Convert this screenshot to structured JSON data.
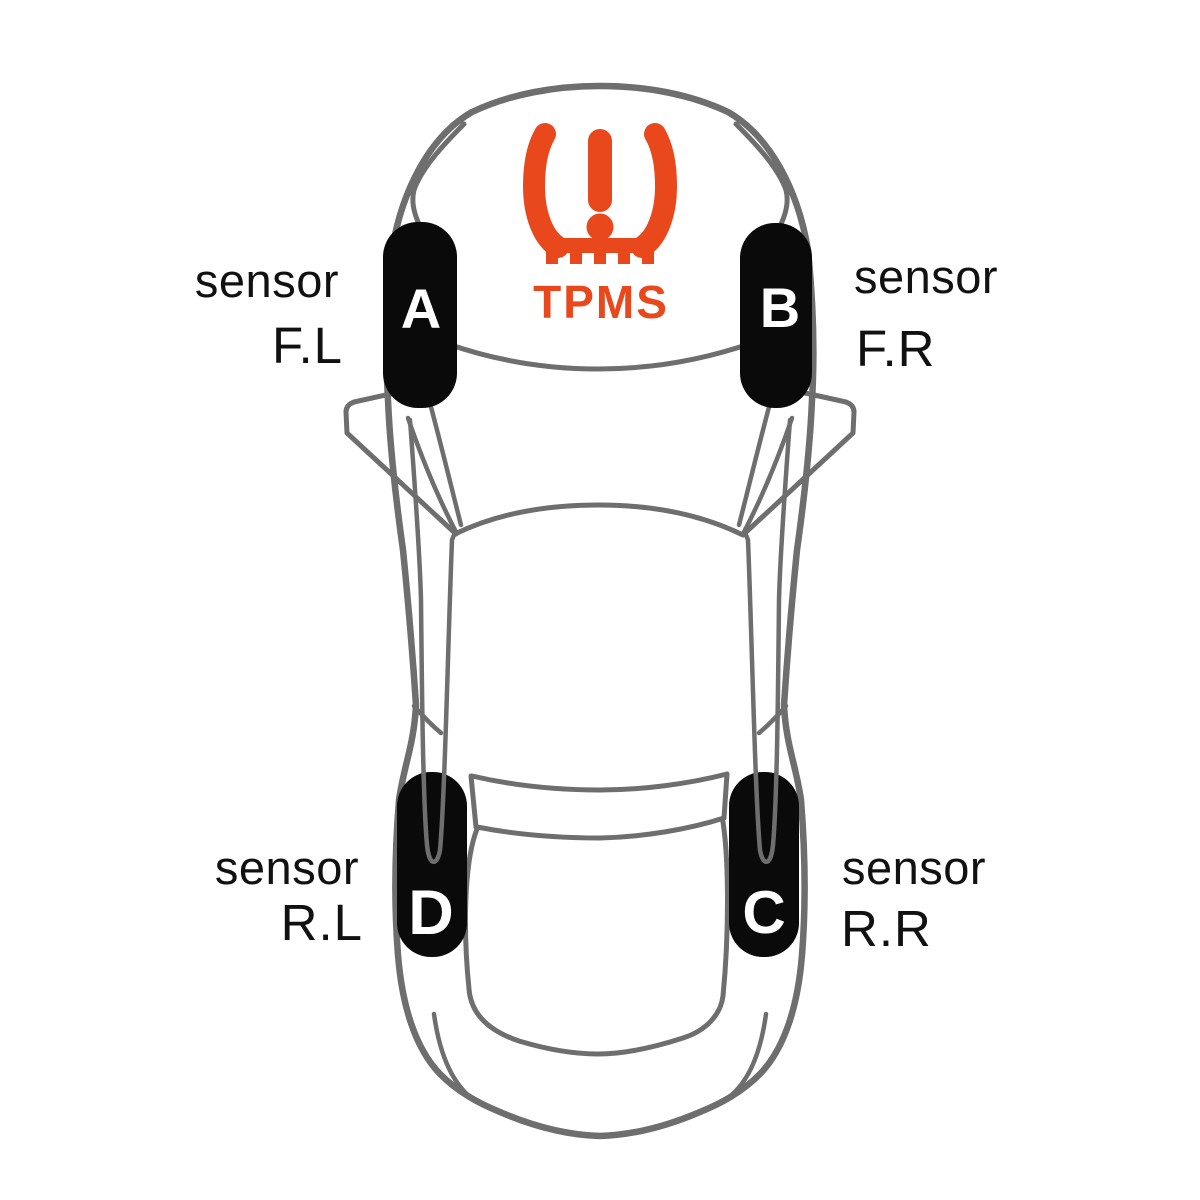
{
  "figure": {
    "type": "tpms-sensor-position-diagram",
    "description": "Top view of a car showing TPMS tire sensor positions"
  },
  "colors": {
    "accent_orange": "#E8481C",
    "outline_gray": "#6E6E6E",
    "tire_black": "#0A0A0A",
    "text_black": "#111111",
    "background": "#FFFFFF"
  },
  "tpms": {
    "label": "TPMS",
    "icon": "tpms-warning-icon"
  },
  "wheels": [
    {
      "letter": "A",
      "sensor_word": "sensor",
      "position": "F.L",
      "corner": "front-left"
    },
    {
      "letter": "B",
      "sensor_word": "sensor",
      "position": "F.R",
      "corner": "front-right"
    },
    {
      "letter": "D",
      "sensor_word": "sensor",
      "position": "R.L",
      "corner": "rear-left"
    },
    {
      "letter": "C",
      "sensor_word": "sensor",
      "position": "R.R",
      "corner": "rear-right"
    }
  ]
}
